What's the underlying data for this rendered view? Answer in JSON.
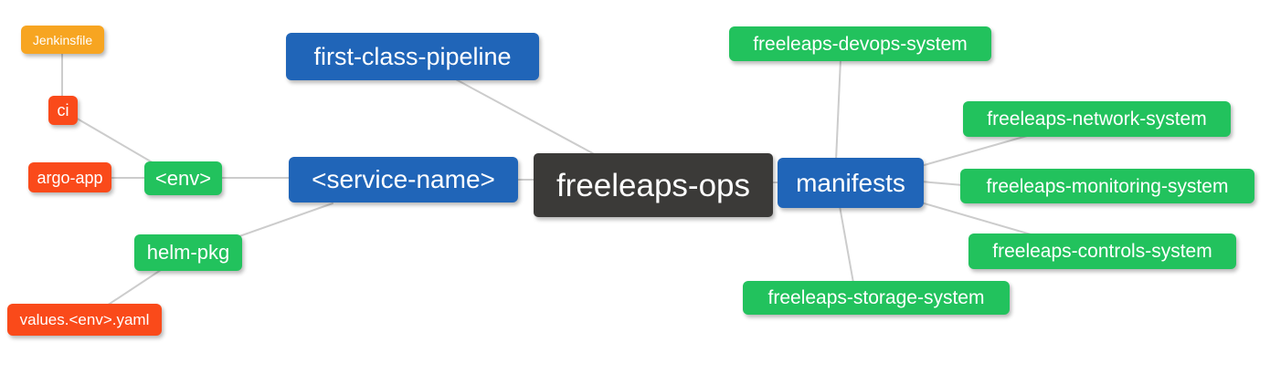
{
  "diagram": {
    "kind": "mindmap",
    "root_id": "root"
  },
  "colors": {
    "canvas": "#ffffff",
    "text": "#ffffff",
    "edge": "#cccccc",
    "root_bg": "#3b3a38",
    "branch_bg": "#2065b8",
    "green_bg": "#22c25d",
    "red_bg": "#fa4a1a",
    "orange_bg": "#f7a521"
  },
  "nodes": {
    "root": {
      "label": "freeleaps-ops",
      "level": "root"
    },
    "pipeline": {
      "label": "first-class-pipeline",
      "level": "branch"
    },
    "service": {
      "label": "<service-name>",
      "level": "branch"
    },
    "manifests": {
      "label": "manifests",
      "level": "branch"
    },
    "env": {
      "label": "<env>",
      "level": "green"
    },
    "helm_pkg": {
      "label": "helm-pkg",
      "level": "green"
    },
    "ci": {
      "label": "ci",
      "level": "red"
    },
    "argo_app": {
      "label": "argo-app",
      "level": "red"
    },
    "jenkinsfile": {
      "label": "Jenkinsfile",
      "level": "orange"
    },
    "values": {
      "label": "values.<env>.yaml",
      "level": "red"
    },
    "devops": {
      "label": "freeleaps-devops-system",
      "level": "green"
    },
    "network": {
      "label": "freeleaps-network-system",
      "level": "green"
    },
    "monitoring": {
      "label": "freeleaps-monitoring-system",
      "level": "green"
    },
    "controls": {
      "label": "freeleaps-controls-system",
      "level": "green"
    },
    "storage": {
      "label": "freeleaps-storage-system",
      "level": "green"
    }
  },
  "edges": [
    {
      "from": "root",
      "to": "pipeline"
    },
    {
      "from": "root",
      "to": "service"
    },
    {
      "from": "root",
      "to": "manifests"
    },
    {
      "from": "service",
      "to": "env"
    },
    {
      "from": "service",
      "to": "helm_pkg"
    },
    {
      "from": "env",
      "to": "ci"
    },
    {
      "from": "env",
      "to": "argo_app"
    },
    {
      "from": "ci",
      "to": "jenkinsfile"
    },
    {
      "from": "helm_pkg",
      "to": "values"
    },
    {
      "from": "manifests",
      "to": "devops"
    },
    {
      "from": "manifests",
      "to": "network"
    },
    {
      "from": "manifests",
      "to": "monitoring"
    },
    {
      "from": "manifests",
      "to": "controls"
    },
    {
      "from": "manifests",
      "to": "storage"
    }
  ]
}
